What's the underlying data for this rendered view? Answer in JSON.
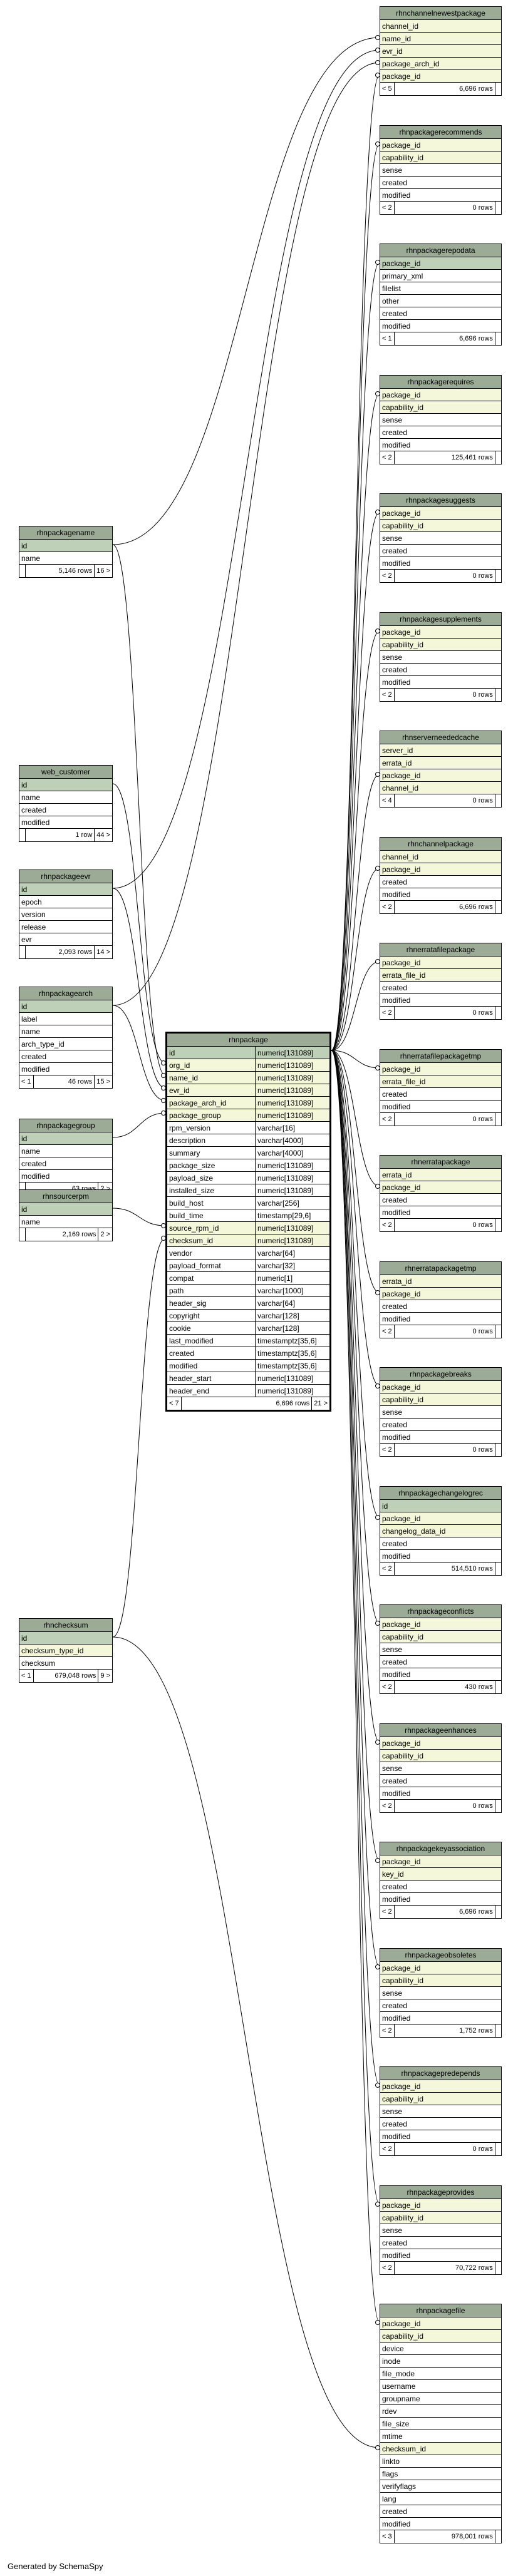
{
  "footer": "Generated by SchemaSpy",
  "center_table": {
    "name": "rhnpackage",
    "columns": [
      {
        "name": "id",
        "type": "numeric[131089]",
        "kind": "pk"
      },
      {
        "name": "org_id",
        "type": "numeric[131089]",
        "kind": "fk"
      },
      {
        "name": "name_id",
        "type": "numeric[131089]",
        "kind": "fk"
      },
      {
        "name": "evr_id",
        "type": "numeric[131089]",
        "kind": "fk"
      },
      {
        "name": "package_arch_id",
        "type": "numeric[131089]",
        "kind": "fk"
      },
      {
        "name": "package_group",
        "type": "numeric[131089]",
        "kind": "fk"
      },
      {
        "name": "rpm_version",
        "type": "varchar[16]",
        "kind": ""
      },
      {
        "name": "description",
        "type": "varchar[4000]",
        "kind": ""
      },
      {
        "name": "summary",
        "type": "varchar[4000]",
        "kind": ""
      },
      {
        "name": "package_size",
        "type": "numeric[131089]",
        "kind": ""
      },
      {
        "name": "payload_size",
        "type": "numeric[131089]",
        "kind": ""
      },
      {
        "name": "installed_size",
        "type": "numeric[131089]",
        "kind": ""
      },
      {
        "name": "build_host",
        "type": "varchar[256]",
        "kind": ""
      },
      {
        "name": "build_time",
        "type": "timestamp[29,6]",
        "kind": ""
      },
      {
        "name": "source_rpm_id",
        "type": "numeric[131089]",
        "kind": "fk"
      },
      {
        "name": "checksum_id",
        "type": "numeric[131089]",
        "kind": "fk"
      },
      {
        "name": "vendor",
        "type": "varchar[64]",
        "kind": ""
      },
      {
        "name": "payload_format",
        "type": "varchar[32]",
        "kind": ""
      },
      {
        "name": "compat",
        "type": "numeric[1]",
        "kind": ""
      },
      {
        "name": "path",
        "type": "varchar[1000]",
        "kind": ""
      },
      {
        "name": "header_sig",
        "type": "varchar[64]",
        "kind": ""
      },
      {
        "name": "copyright",
        "type": "varchar[128]",
        "kind": ""
      },
      {
        "name": "cookie",
        "type": "varchar[128]",
        "kind": ""
      },
      {
        "name": "last_modified",
        "type": "timestamptz[35,6]",
        "kind": ""
      },
      {
        "name": "created",
        "type": "timestamptz[35,6]",
        "kind": ""
      },
      {
        "name": "modified",
        "type": "timestamptz[35,6]",
        "kind": ""
      },
      {
        "name": "header_start",
        "type": "numeric[131089]",
        "kind": ""
      },
      {
        "name": "header_end",
        "type": "numeric[131089]",
        "kind": ""
      }
    ],
    "footer": {
      "parents": "< 7",
      "rows": "6,696 rows",
      "children": "21 >"
    }
  },
  "left_tables": [
    {
      "name": "rhnpackagename",
      "columns": [
        {
          "name": "id",
          "kind": "pk"
        },
        {
          "name": "name",
          "kind": ""
        }
      ],
      "footer": {
        "parents": "",
        "rows": "5,146 rows",
        "children": "16 >"
      }
    },
    {
      "name": "web_customer",
      "columns": [
        {
          "name": "id",
          "kind": "pk"
        },
        {
          "name": "name",
          "kind": ""
        },
        {
          "name": "created",
          "kind": ""
        },
        {
          "name": "modified",
          "kind": ""
        }
      ],
      "footer": {
        "parents": "",
        "rows": "1 row",
        "children": "44 >"
      }
    },
    {
      "name": "rhnpackageevr",
      "columns": [
        {
          "name": "id",
          "kind": "pk"
        },
        {
          "name": "epoch",
          "kind": ""
        },
        {
          "name": "version",
          "kind": ""
        },
        {
          "name": "release",
          "kind": ""
        },
        {
          "name": "evr",
          "kind": ""
        }
      ],
      "footer": {
        "parents": "",
        "rows": "2,093 rows",
        "children": "14 >"
      }
    },
    {
      "name": "rhnpackagearch",
      "columns": [
        {
          "name": "id",
          "kind": "pk"
        },
        {
          "name": "label",
          "kind": ""
        },
        {
          "name": "name",
          "kind": ""
        },
        {
          "name": "arch_type_id",
          "kind": ""
        },
        {
          "name": "created",
          "kind": ""
        },
        {
          "name": "modified",
          "kind": ""
        }
      ],
      "footer": {
        "parents": "< 1",
        "rows": "46 rows",
        "children": "15 >"
      }
    },
    {
      "name": "rhnpackagegroup",
      "columns": [
        {
          "name": "id",
          "kind": "pk"
        },
        {
          "name": "name",
          "kind": ""
        },
        {
          "name": "created",
          "kind": ""
        },
        {
          "name": "modified",
          "kind": ""
        }
      ],
      "footer": {
        "parents": "",
        "rows": "63 rows",
        "children": "2 >"
      }
    },
    {
      "name": "rhnsourcerpm",
      "columns": [
        {
          "name": "id",
          "kind": "pk"
        },
        {
          "name": "name",
          "kind": ""
        }
      ],
      "footer": {
        "parents": "",
        "rows": "2,169 rows",
        "children": "2 >"
      }
    },
    {
      "name": "rhnchecksum",
      "columns": [
        {
          "name": "id",
          "kind": "pk"
        },
        {
          "name": "checksum_type_id",
          "kind": "fk"
        },
        {
          "name": "checksum",
          "kind": ""
        }
      ],
      "footer": {
        "parents": "< 1",
        "rows": "679,048 rows",
        "children": "9 >"
      }
    }
  ],
  "right_tables": [
    {
      "name": "rhnchannelnewestpackage",
      "columns": [
        {
          "name": "channel_id",
          "kind": "fk"
        },
        {
          "name": "name_id",
          "kind": "fk"
        },
        {
          "name": "evr_id",
          "kind": "fk"
        },
        {
          "name": "package_arch_id",
          "kind": "fk"
        },
        {
          "name": "package_id",
          "kind": "fk"
        }
      ],
      "footer": {
        "parents": "< 5",
        "rows": "6,696 rows",
        "children": ""
      }
    },
    {
      "name": "rhnpackagerecommends",
      "columns": [
        {
          "name": "package_id",
          "kind": "fk"
        },
        {
          "name": "capability_id",
          "kind": "fk"
        },
        {
          "name": "sense",
          "kind": ""
        },
        {
          "name": "created",
          "kind": ""
        },
        {
          "name": "modified",
          "kind": ""
        }
      ],
      "footer": {
        "parents": "< 2",
        "rows": "0 rows",
        "children": ""
      }
    },
    {
      "name": "rhnpackagerepodata",
      "columns": [
        {
          "name": "package_id",
          "kind": "pk"
        },
        {
          "name": "primary_xml",
          "kind": ""
        },
        {
          "name": "filelist",
          "kind": ""
        },
        {
          "name": "other",
          "kind": ""
        },
        {
          "name": "created",
          "kind": ""
        },
        {
          "name": "modified",
          "kind": ""
        }
      ],
      "footer": {
        "parents": "< 1",
        "rows": "6,696 rows",
        "children": ""
      }
    },
    {
      "name": "rhnpackagerequires",
      "columns": [
        {
          "name": "package_id",
          "kind": "fk"
        },
        {
          "name": "capability_id",
          "kind": "fk"
        },
        {
          "name": "sense",
          "kind": ""
        },
        {
          "name": "created",
          "kind": ""
        },
        {
          "name": "modified",
          "kind": ""
        }
      ],
      "footer": {
        "parents": "< 2",
        "rows": "125,461 rows",
        "children": ""
      }
    },
    {
      "name": "rhnpackagesuggests",
      "columns": [
        {
          "name": "package_id",
          "kind": "fk"
        },
        {
          "name": "capability_id",
          "kind": "fk"
        },
        {
          "name": "sense",
          "kind": ""
        },
        {
          "name": "created",
          "kind": ""
        },
        {
          "name": "modified",
          "kind": ""
        }
      ],
      "footer": {
        "parents": "< 2",
        "rows": "0 rows",
        "children": ""
      }
    },
    {
      "name": "rhnpackagesupplements",
      "columns": [
        {
          "name": "package_id",
          "kind": "fk"
        },
        {
          "name": "capability_id",
          "kind": "fk"
        },
        {
          "name": "sense",
          "kind": ""
        },
        {
          "name": "created",
          "kind": ""
        },
        {
          "name": "modified",
          "kind": ""
        }
      ],
      "footer": {
        "parents": "< 2",
        "rows": "0 rows",
        "children": ""
      }
    },
    {
      "name": "rhnserverneededcache",
      "columns": [
        {
          "name": "server_id",
          "kind": "fk"
        },
        {
          "name": "errata_id",
          "kind": "fk"
        },
        {
          "name": "package_id",
          "kind": "fk"
        },
        {
          "name": "channel_id",
          "kind": "fk"
        }
      ],
      "footer": {
        "parents": "< 4",
        "rows": "0 rows",
        "children": ""
      }
    },
    {
      "name": "rhnchannelpackage",
      "columns": [
        {
          "name": "channel_id",
          "kind": "fk"
        },
        {
          "name": "package_id",
          "kind": "fk"
        },
        {
          "name": "created",
          "kind": ""
        },
        {
          "name": "modified",
          "kind": ""
        }
      ],
      "footer": {
        "parents": "< 2",
        "rows": "6,696 rows",
        "children": ""
      }
    },
    {
      "name": "rhnerratafilepackage",
      "columns": [
        {
          "name": "package_id",
          "kind": "fk"
        },
        {
          "name": "errata_file_id",
          "kind": "fk"
        },
        {
          "name": "created",
          "kind": ""
        },
        {
          "name": "modified",
          "kind": ""
        }
      ],
      "footer": {
        "parents": "< 2",
        "rows": "0 rows",
        "children": ""
      }
    },
    {
      "name": "rhnerratafilepackagetmp",
      "columns": [
        {
          "name": "package_id",
          "kind": "fk"
        },
        {
          "name": "errata_file_id",
          "kind": "fk"
        },
        {
          "name": "created",
          "kind": ""
        },
        {
          "name": "modified",
          "kind": ""
        }
      ],
      "footer": {
        "parents": "< 2",
        "rows": "0 rows",
        "children": ""
      }
    },
    {
      "name": "rhnerratapackage",
      "columns": [
        {
          "name": "errata_id",
          "kind": "fk"
        },
        {
          "name": "package_id",
          "kind": "fk"
        },
        {
          "name": "created",
          "kind": ""
        },
        {
          "name": "modified",
          "kind": ""
        }
      ],
      "footer": {
        "parents": "< 2",
        "rows": "0 rows",
        "children": ""
      }
    },
    {
      "name": "rhnerratapackagetmp",
      "columns": [
        {
          "name": "errata_id",
          "kind": "fk"
        },
        {
          "name": "package_id",
          "kind": "fk"
        },
        {
          "name": "created",
          "kind": ""
        },
        {
          "name": "modified",
          "kind": ""
        }
      ],
      "footer": {
        "parents": "< 2",
        "rows": "0 rows",
        "children": ""
      }
    },
    {
      "name": "rhnpackagebreaks",
      "columns": [
        {
          "name": "package_id",
          "kind": "fk"
        },
        {
          "name": "capability_id",
          "kind": "fk"
        },
        {
          "name": "sense",
          "kind": ""
        },
        {
          "name": "created",
          "kind": ""
        },
        {
          "name": "modified",
          "kind": ""
        }
      ],
      "footer": {
        "parents": "< 2",
        "rows": "0 rows",
        "children": ""
      }
    },
    {
      "name": "rhnpackagechangelogrec",
      "columns": [
        {
          "name": "id",
          "kind": "pk"
        },
        {
          "name": "package_id",
          "kind": "fk"
        },
        {
          "name": "changelog_data_id",
          "kind": "fk"
        },
        {
          "name": "created",
          "kind": ""
        },
        {
          "name": "modified",
          "kind": ""
        }
      ],
      "footer": {
        "parents": "< 2",
        "rows": "514,510 rows",
        "children": ""
      }
    },
    {
      "name": "rhnpackageconflicts",
      "columns": [
        {
          "name": "package_id",
          "kind": "fk"
        },
        {
          "name": "capability_id",
          "kind": "fk"
        },
        {
          "name": "sense",
          "kind": ""
        },
        {
          "name": "created",
          "kind": ""
        },
        {
          "name": "modified",
          "kind": ""
        }
      ],
      "footer": {
        "parents": "< 2",
        "rows": "430 rows",
        "children": ""
      }
    },
    {
      "name": "rhnpackageenhances",
      "columns": [
        {
          "name": "package_id",
          "kind": "fk"
        },
        {
          "name": "capability_id",
          "kind": "fk"
        },
        {
          "name": "sense",
          "kind": ""
        },
        {
          "name": "created",
          "kind": ""
        },
        {
          "name": "modified",
          "kind": ""
        }
      ],
      "footer": {
        "parents": "< 2",
        "rows": "0 rows",
        "children": ""
      }
    },
    {
      "name": "rhnpackagekeyassociation",
      "columns": [
        {
          "name": "package_id",
          "kind": "fk"
        },
        {
          "name": "key_id",
          "kind": "fk"
        },
        {
          "name": "created",
          "kind": ""
        },
        {
          "name": "modified",
          "kind": ""
        }
      ],
      "footer": {
        "parents": "< 2",
        "rows": "6,696 rows",
        "children": ""
      }
    },
    {
      "name": "rhnpackageobsoletes",
      "columns": [
        {
          "name": "package_id",
          "kind": "fk"
        },
        {
          "name": "capability_id",
          "kind": "fk"
        },
        {
          "name": "sense",
          "kind": ""
        },
        {
          "name": "created",
          "kind": ""
        },
        {
          "name": "modified",
          "kind": ""
        }
      ],
      "footer": {
        "parents": "< 2",
        "rows": "1,752 rows",
        "children": ""
      }
    },
    {
      "name": "rhnpackagepredepends",
      "columns": [
        {
          "name": "package_id",
          "kind": "fk"
        },
        {
          "name": "capability_id",
          "kind": "fk"
        },
        {
          "name": "sense",
          "kind": ""
        },
        {
          "name": "created",
          "kind": ""
        },
        {
          "name": "modified",
          "kind": ""
        }
      ],
      "footer": {
        "parents": "< 2",
        "rows": "0 rows",
        "children": ""
      }
    },
    {
      "name": "rhnpackageprovides",
      "columns": [
        {
          "name": "package_id",
          "kind": "fk"
        },
        {
          "name": "capability_id",
          "kind": "fk"
        },
        {
          "name": "sense",
          "kind": ""
        },
        {
          "name": "created",
          "kind": ""
        },
        {
          "name": "modified",
          "kind": ""
        }
      ],
      "footer": {
        "parents": "< 2",
        "rows": "70,722 rows",
        "children": ""
      }
    },
    {
      "name": "rhnpackagefile",
      "columns": [
        {
          "name": "package_id",
          "kind": "fk"
        },
        {
          "name": "capability_id",
          "kind": "fk"
        },
        {
          "name": "device",
          "kind": ""
        },
        {
          "name": "inode",
          "kind": ""
        },
        {
          "name": "file_mode",
          "kind": ""
        },
        {
          "name": "username",
          "kind": ""
        },
        {
          "name": "groupname",
          "kind": ""
        },
        {
          "name": "rdev",
          "kind": ""
        },
        {
          "name": "file_size",
          "kind": ""
        },
        {
          "name": "mtime",
          "kind": ""
        },
        {
          "name": "checksum_id",
          "kind": "fk"
        },
        {
          "name": "linkto",
          "kind": ""
        },
        {
          "name": "flags",
          "kind": ""
        },
        {
          "name": "verifyflags",
          "kind": ""
        },
        {
          "name": "lang",
          "kind": ""
        },
        {
          "name": "created",
          "kind": ""
        },
        {
          "name": "modified",
          "kind": ""
        }
      ],
      "footer": {
        "parents": "< 3",
        "rows": "978,001 rows",
        "children": ""
      }
    }
  ]
}
